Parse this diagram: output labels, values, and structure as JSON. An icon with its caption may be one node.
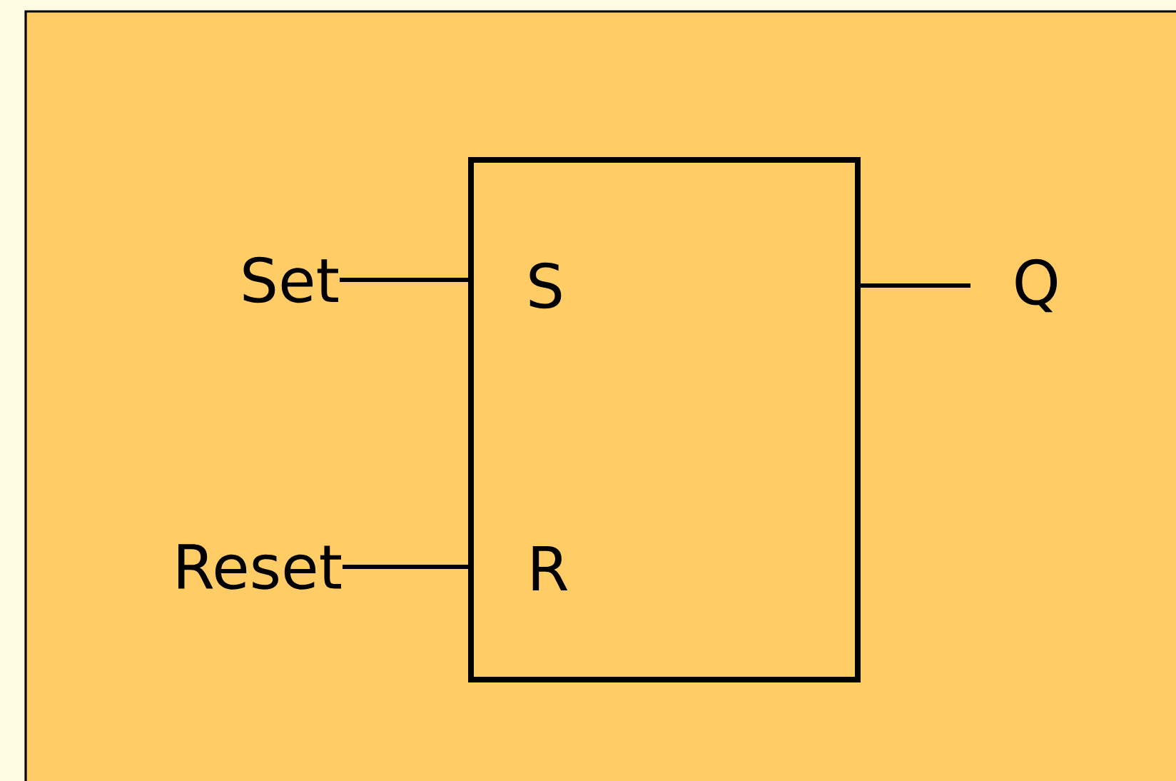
{
  "diagram": {
    "nodes": [
      {
        "text": [
          "Set"
        ]
      },
      {
        "text": [
          "Reset"
        ]
      },
      {
        "text": [
          "S",
          "R"
        ]
      },
      {
        "text": [
          "Q"
        ]
      }
    ],
    "edges": [
      {
        "from": 0,
        "to": 2,
        "arrow": "none"
      },
      {
        "from": 1,
        "to": 2,
        "arrow": "none"
      },
      {
        "from": 2,
        "to": 3,
        "arrow": "none"
      }
    ]
  }
}
